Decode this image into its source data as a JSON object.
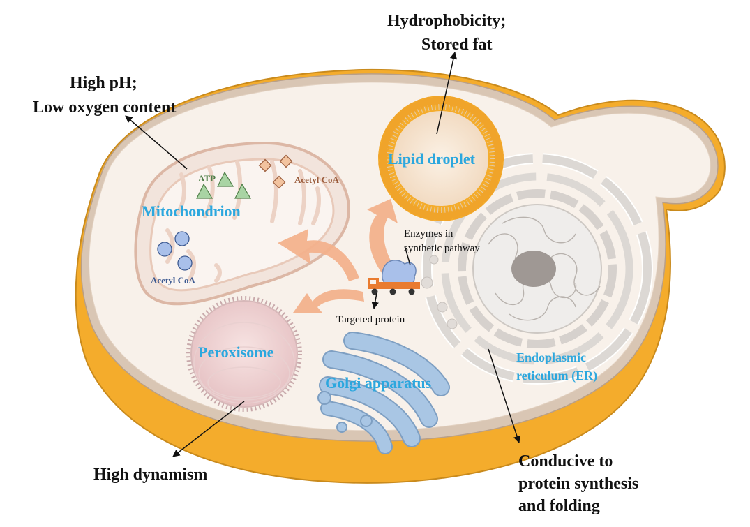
{
  "annotations": {
    "hydrophobicity": "Hydrophobicity;",
    "stored_fat": "Stored fat",
    "high_ph": "High pH;",
    "low_oxygen": "Low oxygen content",
    "high_dynamism": "High dynamism",
    "conducive_1": "Conducive to",
    "conducive_2": "protein synthesis",
    "conducive_3": "and folding"
  },
  "organelles": {
    "mitochondrion": "Mitochondrion",
    "lipid_droplet": "Lipid droplet",
    "peroxisome": "Peroxisome",
    "golgi": "Golgi apparatus",
    "er_1": "Endoplasmic",
    "er_2": "reticulum (ER)"
  },
  "molecules": {
    "atp": "ATP",
    "acetyl_coa_top": "Acetyl CoA",
    "acetyl_coa_bottom": "Acetyl CoA"
  },
  "center": {
    "enzymes_1": "Enzymes in",
    "enzymes_2": "synthetic pathway",
    "targeted_protein": "Targeted protein"
  },
  "colors": {
    "cell_rim": "#f4ac2c",
    "cytoplasm": "#f8f1ea",
    "organelle_label": "#2ba7de",
    "arrow_fill": "#f3b08a",
    "mito_membrane": "#e8c2b0",
    "golgi": "#a9c6e4",
    "atp_triangle": "#a9d4a4",
    "acetyl_diamond": "#f2c39f",
    "acetyl_circle": "#a9c0ea"
  }
}
